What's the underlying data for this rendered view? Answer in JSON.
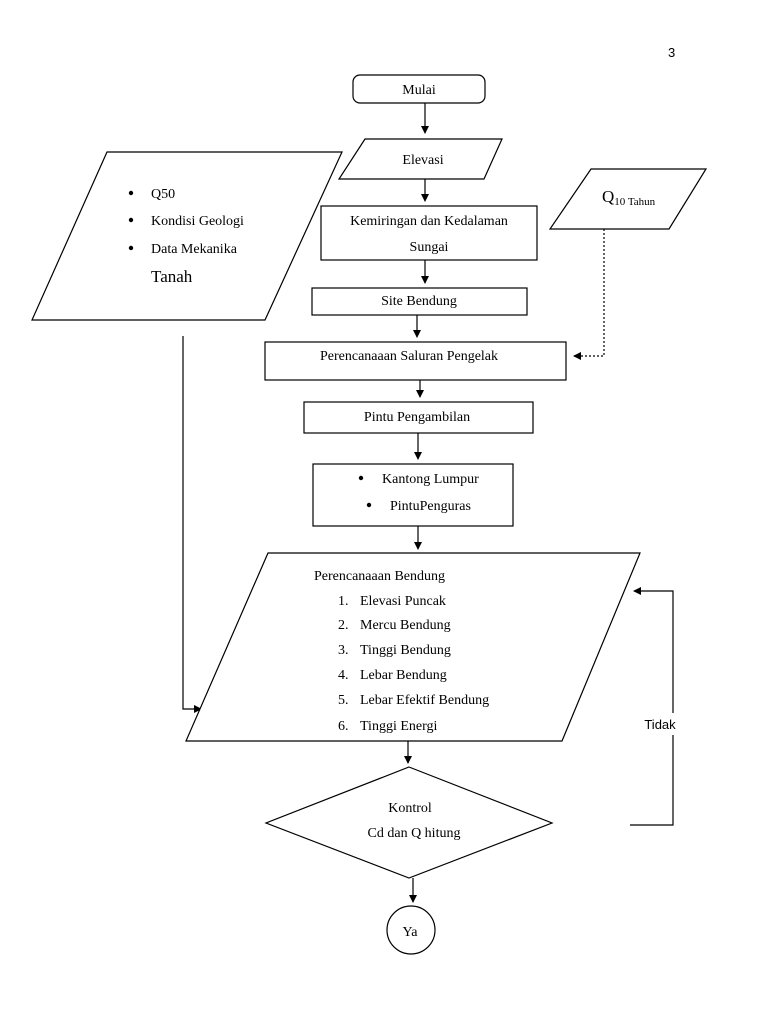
{
  "page_number": "3",
  "nodes": {
    "mulai": "Mulai",
    "elevasi": "Elevasi",
    "kemiringan_line1": "Kemiringan dan Kedalaman",
    "kemiringan_line2": "Sungai",
    "site_bendung": "Site Bendung",
    "saluran_pengelak": "Perencanaaan Saluran Pengelak",
    "pintu_pengambilan": "Pintu Pengambilan",
    "kantong_items": [
      "Kantong Lumpur",
      "PintuPenguras"
    ],
    "q10_main": "Q",
    "q10_sub": "10 Tahun",
    "left_inputs": [
      "Q50",
      "Kondisi Geologi",
      "Data Mekanika"
    ],
    "left_inputs_continuation": "Tanah",
    "perencanaan_title": "Perencanaaan Bendung",
    "perencanaan_items": [
      {
        "num": "1.",
        "text": "Elevasi Puncak"
      },
      {
        "num": "2.",
        "text": "Mercu Bendung"
      },
      {
        "num": "3.",
        "text": "Tinggi Bendung"
      },
      {
        "num": "4.",
        "text": "Lebar Bendung"
      },
      {
        "num": "5.",
        "text": "Lebar Efektif Bendung"
      },
      {
        "num": "6.",
        "text": "Tinggi Energi"
      }
    ],
    "kontrol_line1": "Kontrol",
    "kontrol_line2": "Cd dan Q hitung",
    "tidak": "Tidak",
    "ya": "Ya"
  }
}
